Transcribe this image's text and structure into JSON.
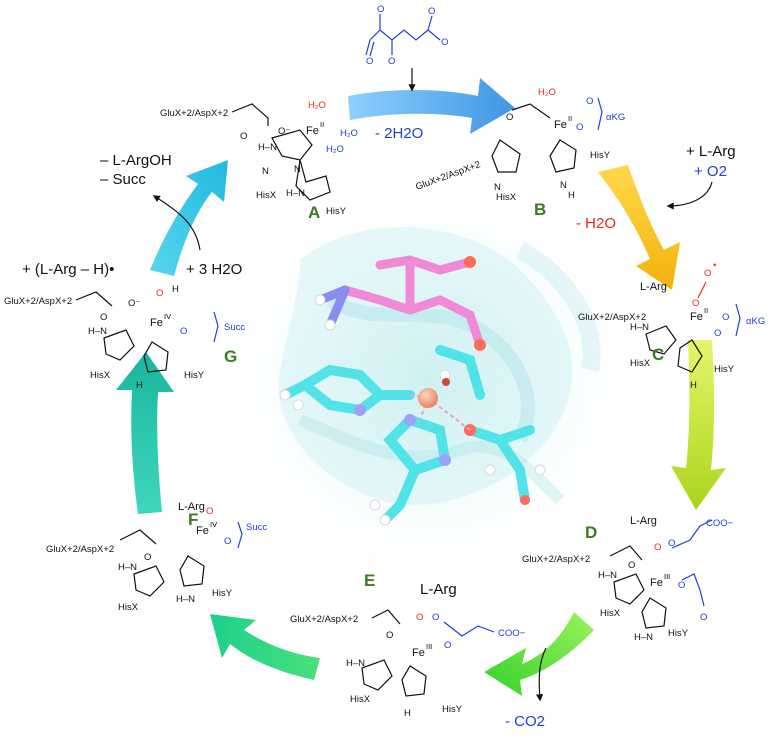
{
  "diagram": {
    "stages": [
      {
        "id": "A",
        "label": "A",
        "metal": "Fe",
        "oxidation": "II",
        "ligands": [
          "H2O",
          "H2O",
          "H2O"
        ],
        "residue_label": "GluX+2/AspX+2",
        "his_x": "HisX",
        "his_y": "HisY"
      },
      {
        "id": "B",
        "label": "B",
        "metal": "Fe",
        "oxidation": "II",
        "ligands": [
          "H2O"
        ],
        "cofactor": "αKG",
        "residue_label": "GluX+2/AspX+2",
        "his_x": "HisX",
        "his_y": "HisY"
      },
      {
        "id": "C",
        "label": "C",
        "metal": "Fe",
        "oxidation": "II",
        "cofactor": "αKG",
        "substrate": "L-Arg",
        "residue_label": "GluX+2/AspX+2",
        "his_x": "HisX",
        "his_y": "HisY"
      },
      {
        "id": "D",
        "label": "D",
        "metal": "Fe",
        "oxidation": "III",
        "substrate": "L-Arg",
        "carboxylate": "COO−",
        "residue_label": "GluX+2/AspX+2",
        "his_x": "HisX",
        "his_y": "HisY"
      },
      {
        "id": "E",
        "label": "E",
        "metal": "Fe",
        "oxidation": "III",
        "substrate": "L-Arg",
        "carboxylate": "COO−",
        "residue_label": "GluX+2/AspX+2",
        "his_x": "HisX",
        "his_y": "HisY"
      },
      {
        "id": "F",
        "label": "F",
        "metal": "Fe",
        "oxidation": "IV",
        "cofactor": "Succ",
        "substrate": "L-Arg",
        "residue_label": "GluX+2/AspX+2",
        "his_x": "HisX",
        "his_y": "HisY"
      },
      {
        "id": "G",
        "label": "G",
        "metal": "Fe",
        "oxidation": "IV",
        "cofactor": "Succ",
        "residue_label": "GluX+2/AspX+2",
        "his_x": "HisX",
        "his_y": "HisY"
      }
    ],
    "transitions": {
      "a_to_b": "- 2H2O",
      "b_to_c_in": [
        "+ L-Arg",
        "+ O2"
      ],
      "b_to_c_out": "- H2O",
      "d_to_e_out": "- CO2",
      "g_to_a_out": [
        "– L-ArgOH",
        "– Succ"
      ],
      "g_to_a_in_left": "+ (L-Arg – H)•",
      "g_to_a_in_right": "+ 3 H2O"
    },
    "colors": {
      "arrow_ab": "#5aaef0",
      "arrow_bc": "#f6c21d",
      "arrow_cd": "#c6e635",
      "arrow_de": "#5fe03c",
      "arrow_ef": "#27e07f",
      "arrow_fg": "#26c9b0",
      "arrow_ga": "#36cde8",
      "stage_letter": "#3a7d1e",
      "blue_text": "#1f3fd6",
      "red_text": "#e8281c"
    }
  }
}
